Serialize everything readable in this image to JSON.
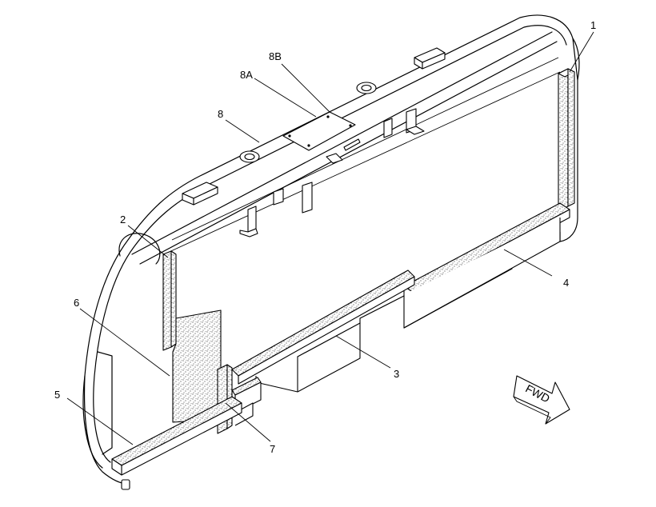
{
  "callouts": [
    {
      "id": "1",
      "label": "1"
    },
    {
      "id": "2",
      "label": "2"
    },
    {
      "id": "3",
      "label": "3"
    },
    {
      "id": "4",
      "label": "4"
    },
    {
      "id": "5",
      "label": "5"
    },
    {
      "id": "6",
      "label": "6"
    },
    {
      "id": "7",
      "label": "7"
    },
    {
      "id": "8",
      "label": "8"
    },
    {
      "id": "8A",
      "label": "8A"
    },
    {
      "id": "8B",
      "label": "8B"
    }
  ],
  "direction_arrow": {
    "label": "FWD"
  }
}
